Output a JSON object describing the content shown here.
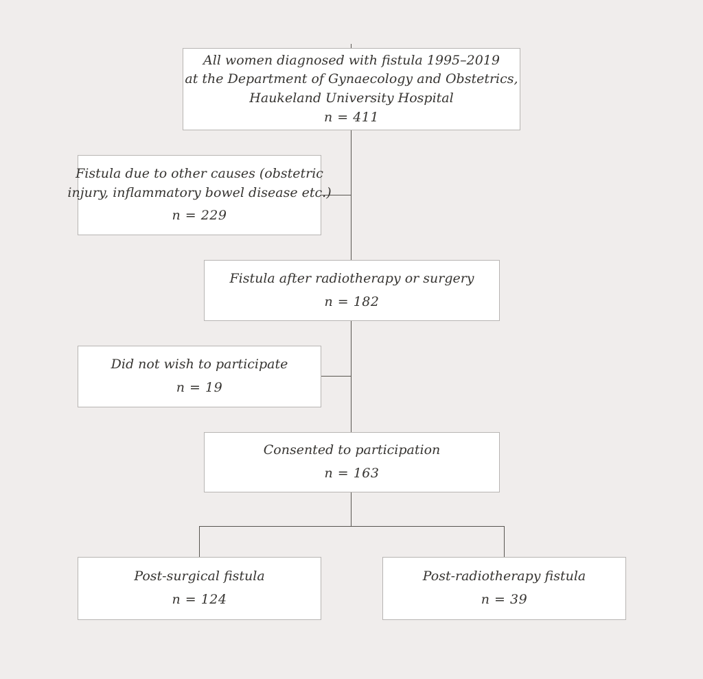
{
  "colors": {
    "background": "#f0edec",
    "box_fill": "#ffffff",
    "box_border": "#b7b4b2",
    "connector_line": "#57544f",
    "text": "#363431"
  },
  "nodes": {
    "total": {
      "lines": [
        "All women diagnosed with fistula 1995–2019",
        "at the Department of Gynaecology and Obstetrics,",
        "Haukeland University Hospital"
      ],
      "n": "n = 411"
    },
    "excluded_other_causes": {
      "lines": [
        "Fistula due to other causes (obstetric",
        "injury, inflammatory bowel disease etc.)"
      ],
      "n": "n = 229"
    },
    "fistula_radiotherapy_surgery": {
      "lines": [
        "Fistula after radiotherapy or surgery"
      ],
      "n": "n = 182"
    },
    "declined_participation": {
      "lines": [
        "Did not wish to participate"
      ],
      "n": "n = 19"
    },
    "consented": {
      "lines": [
        "Consented to participation"
      ],
      "n": "n = 163"
    },
    "post_surgical": {
      "lines": [
        "Post-surgical fistula"
      ],
      "n": "n = 124"
    },
    "post_radiotherapy": {
      "lines": [
        "Post-radiotherapy fistula"
      ],
      "n": "n = 39"
    }
  },
  "edges": [
    {
      "from": "total",
      "to": "fistula_radiotherapy_surgery",
      "type": "flow"
    },
    {
      "from": "total",
      "to": "excluded_other_causes",
      "type": "exclusion"
    },
    {
      "from": "fistula_radiotherapy_surgery",
      "to": "consented",
      "type": "flow"
    },
    {
      "from": "fistula_radiotherapy_surgery",
      "to": "declined_participation",
      "type": "exclusion"
    },
    {
      "from": "consented",
      "to": "post_surgical",
      "type": "split"
    },
    {
      "from": "consented",
      "to": "post_radiotherapy",
      "type": "split"
    }
  ]
}
